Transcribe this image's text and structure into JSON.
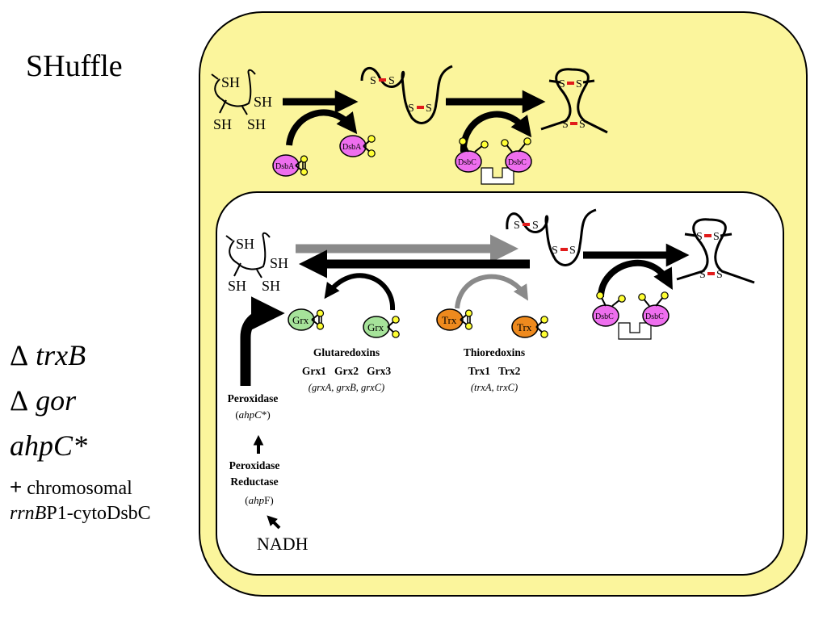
{
  "title": "SHuffle",
  "mutations": {
    "delta": "Δ",
    "line1": "trxB",
    "line2": "gor",
    "line3": "ahpC*",
    "plus": "+",
    "line4": "chromosomal",
    "line5_italic": "rrnB",
    "line5_rest": "P1-cytoDsbC"
  },
  "sh_label": "SH",
  "ss_s": "S",
  "proteins": {
    "dsba": "DsbA",
    "dsbc": "DsbC",
    "grx": "Grx",
    "trx": "Trx"
  },
  "glutaredoxins": {
    "heading": "Glutaredoxins",
    "members": "Grx1   Grx2   Grx3",
    "genes": "(grxA, grxB, grxC)"
  },
  "thioredoxins": {
    "heading": "Thioredoxins",
    "members": "Trx1   Trx2",
    "genes": "(trxA, trxC)"
  },
  "peroxidase": {
    "label": "Peroxidase",
    "gene_open": "(",
    "gene": "ahpC",
    "gene_close": "*)"
  },
  "reductase": {
    "line1": "Peroxidase",
    "line2": "Reductase",
    "gene_open": "(",
    "gene": "ahp",
    "gene_close": "F)"
  },
  "nadh": "NADH",
  "colors": {
    "periplasm": "#fbf59c",
    "dsb": "#ee6eee",
    "grx": "#a6e39a",
    "trx": "#ee8a1e",
    "disulfide": "#e11b1b",
    "thiol": "#ffff33",
    "grey_arrow": "#8a8a8a"
  }
}
